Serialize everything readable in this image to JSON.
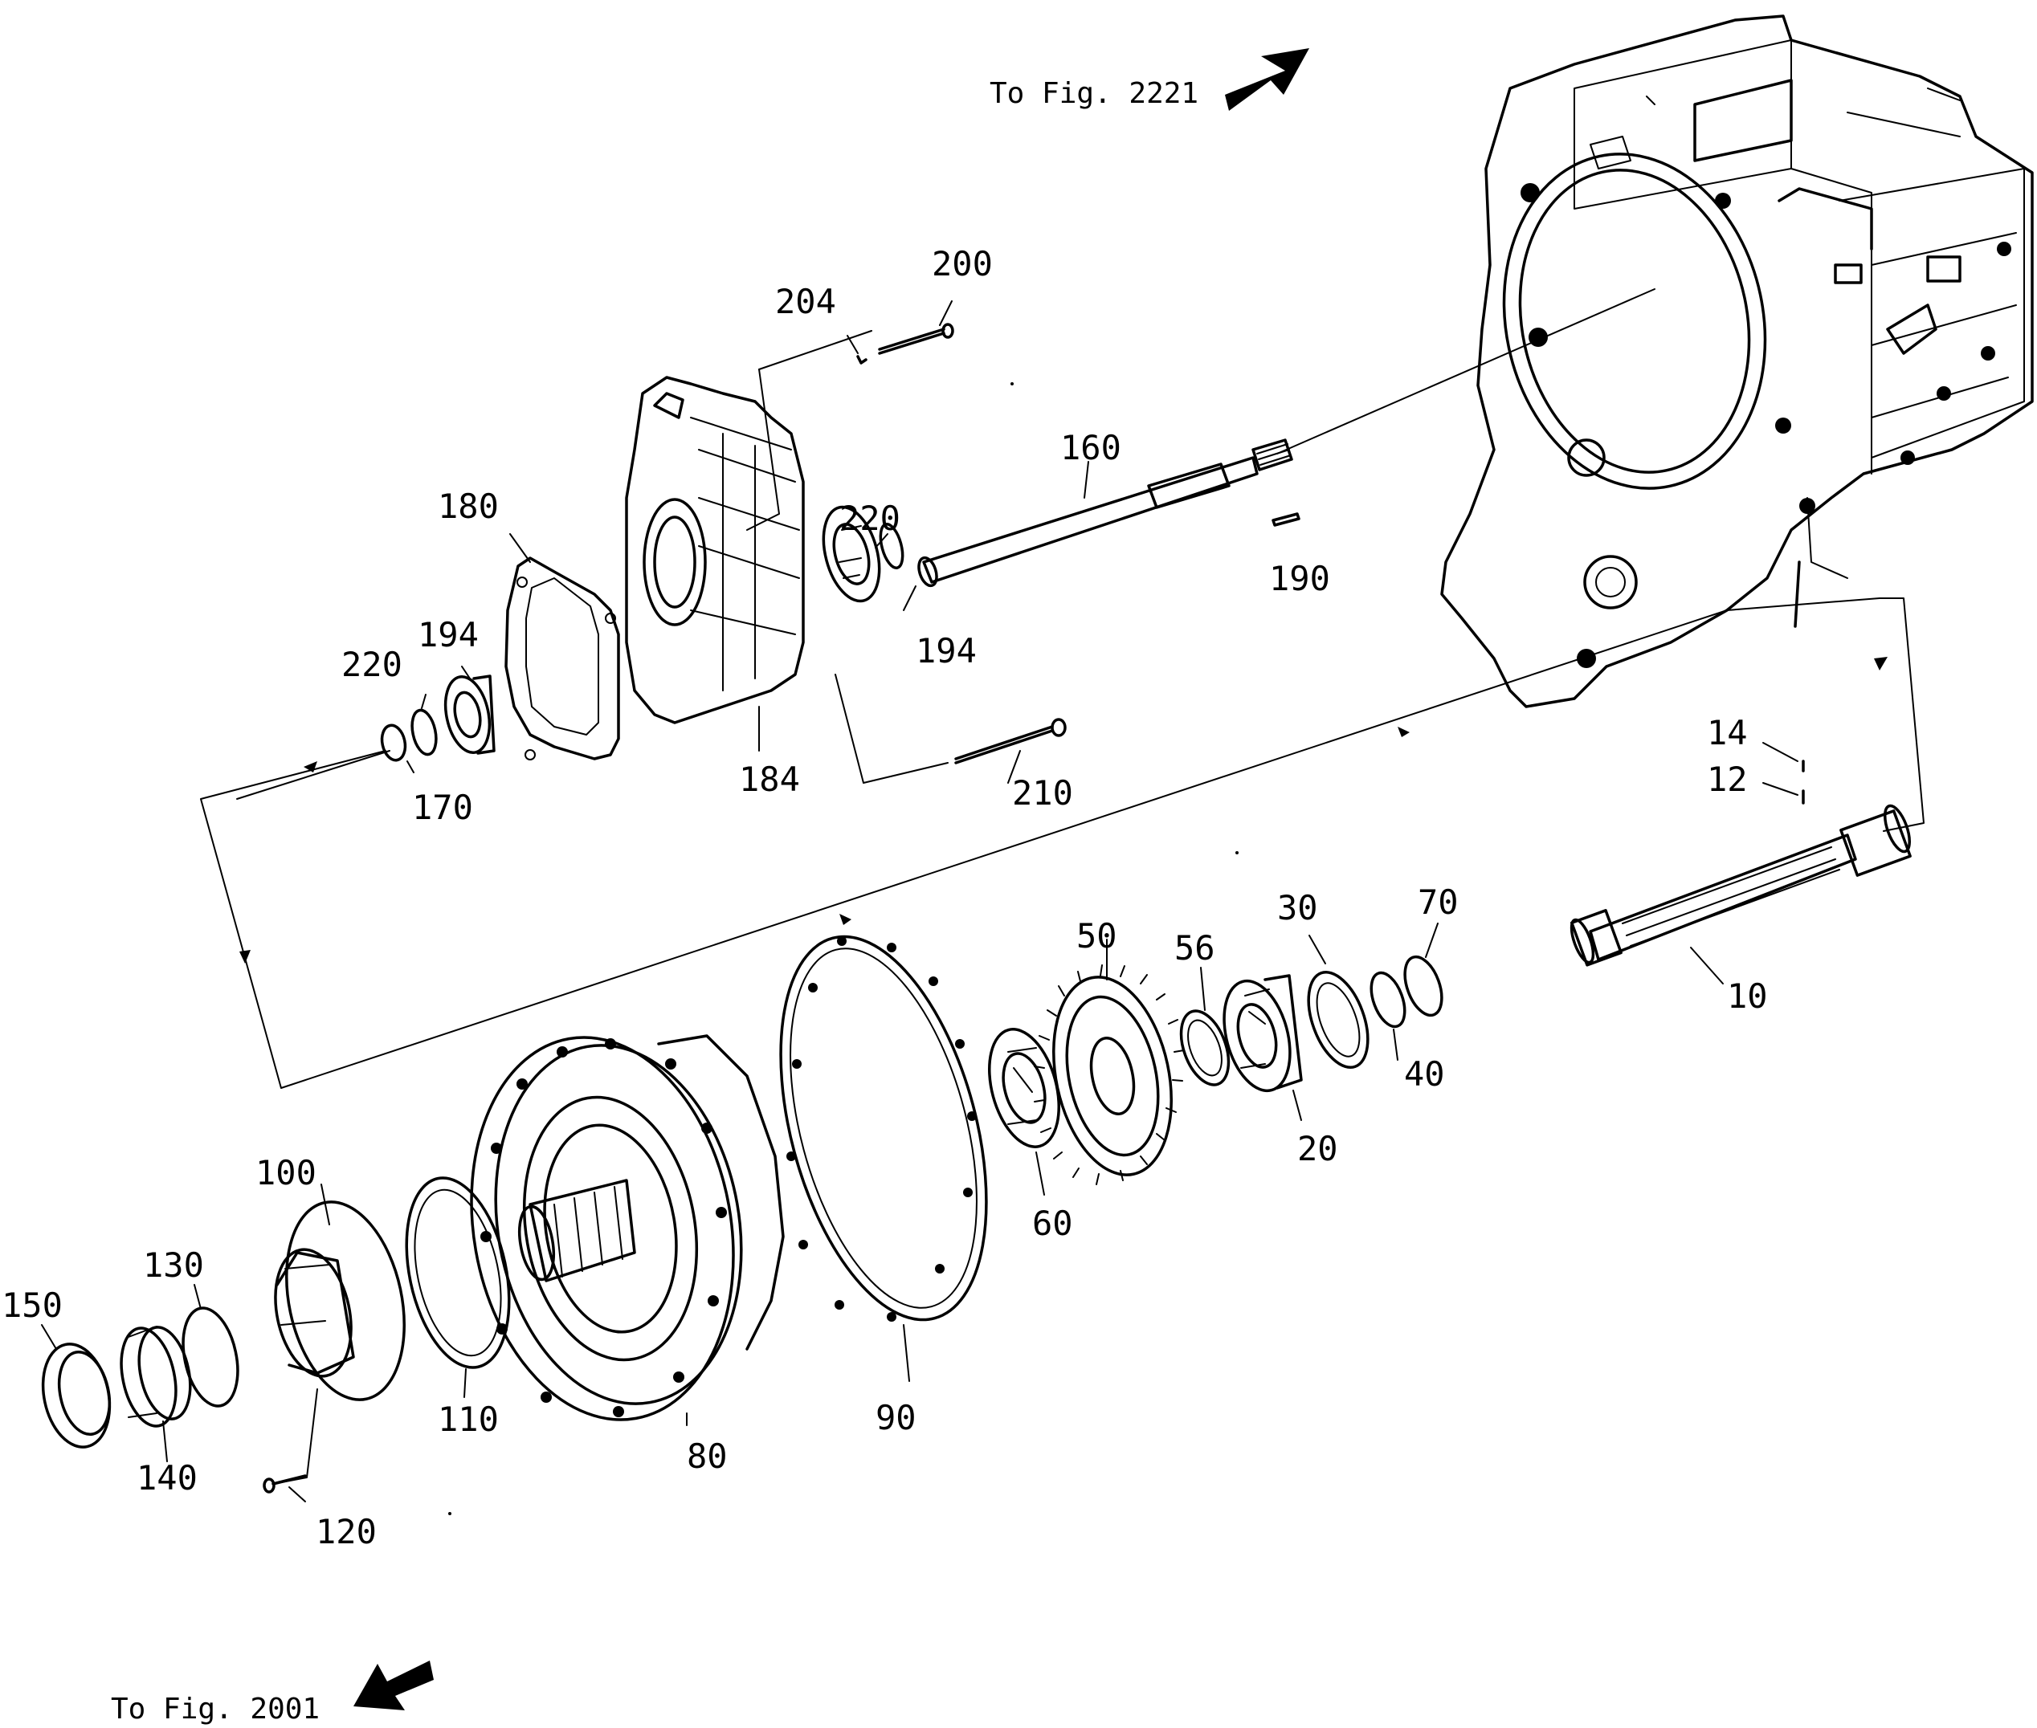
{
  "figure": {
    "ref_top": "To  Fig.  2221",
    "ref_bottom": "To  Fig.  2001"
  },
  "part_labels": {
    "p10": "10",
    "p12": "12",
    "p14": "14",
    "p20": "20",
    "p30": "30",
    "p40": "40",
    "p50": "50",
    "p56": "56",
    "p60": "60",
    "p70": "70",
    "p80": "80",
    "p90": "90",
    "p100": "100",
    "p110": "110",
    "p120": "120",
    "p130": "130",
    "p140": "140",
    "p150": "150",
    "p160": "160",
    "p170": "170",
    "p180": "180",
    "p184": "184",
    "p190": "190",
    "p194a": "194",
    "p194b": "194",
    "p200": "200",
    "p204": "204",
    "p210": "210",
    "p220a": "220",
    "p220b": "220"
  },
  "colors": {
    "ink": "#000000",
    "paper": "#ffffff"
  }
}
